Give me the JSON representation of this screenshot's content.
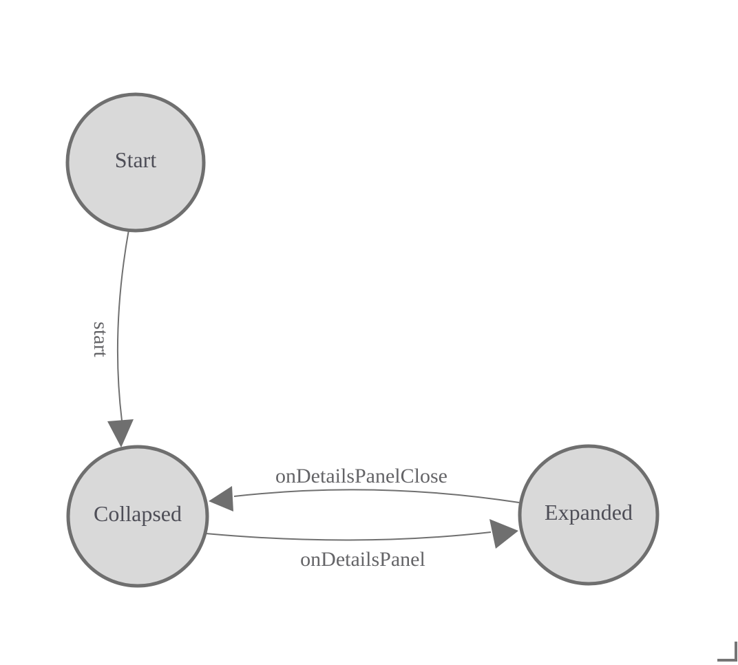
{
  "page": {
    "background": "#ffffff"
  },
  "diagram": {
    "kind": "finite-state-machine",
    "colors": {
      "node_fill": "#d9d9d9",
      "node_stroke": "#6f6f6f",
      "node_label": "#4e4e57",
      "edge": "#6f6f6f",
      "edge_label": "#646467",
      "corner_mark": "#757575"
    },
    "states": [
      {
        "label": "Start"
      },
      {
        "label": "Collapsed"
      },
      {
        "label": "Expanded"
      }
    ],
    "transitions": [
      {
        "from": "Start",
        "to": "Collapsed",
        "label": "start"
      },
      {
        "from": "Expanded",
        "to": "Collapsed",
        "label": "onDetailsPanelClose"
      },
      {
        "from": "Collapsed",
        "to": "Expanded",
        "label": "onDetailsPanel"
      }
    ]
  }
}
